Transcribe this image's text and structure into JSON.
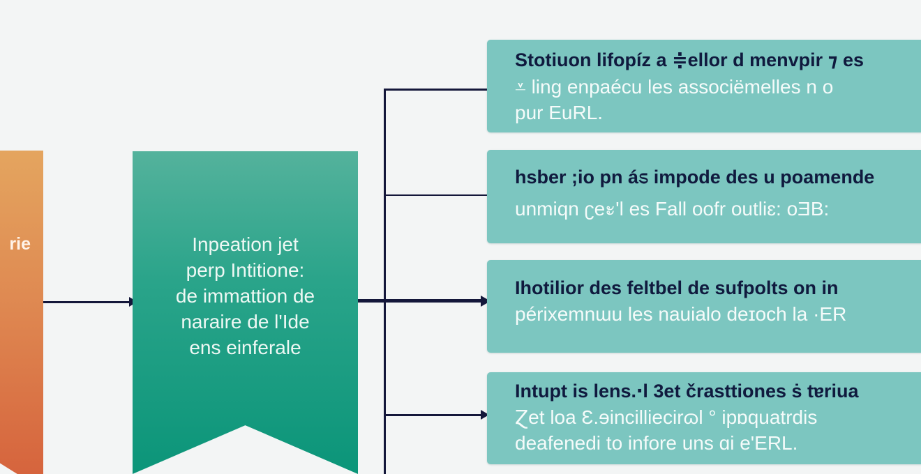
{
  "colors": {
    "background": "#f3f5f5",
    "source_top": "#e4a55f",
    "source_bottom": "#d6643d",
    "ribbon_top": "#54b29c",
    "ribbon_bottom": "#0b9579",
    "output_box": "#7cc6c0",
    "connector": "#14173a",
    "title_text": "#101a3e",
    "body_text": "#f5fbfa"
  },
  "source": {
    "label": "rie"
  },
  "ribbon": {
    "lines": [
      "Inpeation jet",
      "perp Intitione:",
      "de immattion de",
      "naraire de l'Ide",
      "ens einferale"
    ]
  },
  "outputs": [
    {
      "title": "Stotiuon lifopíz a ≑ellor d menvpir ⁊ es",
      "lines": [
        "⩡ ling enpaécu les associëmelles n o",
        "pur EuRL."
      ]
    },
    {
      "title": "hsber ;io pn áಽ impode des u poamende",
      "lines": [
        "unmiqn ʗeะ'l es Fall oofr outliɛ: oƎB:"
      ]
    },
    {
      "title": "Ihotilior des feltbel de sufpolts on in",
      "lines": [
        "périxemnɯu les nauialo deɪoch la ·ER"
      ]
    },
    {
      "title": "Intupt is lens.‧l 3et črasttiones ṡ tɐriua",
      "lines": [
        "Ɀet loa Ɛ.ɘincilliecirɷl ° ipɒquatrdis",
        "deafenedi to infore uns ɑi e'ERL."
      ]
    }
  ]
}
